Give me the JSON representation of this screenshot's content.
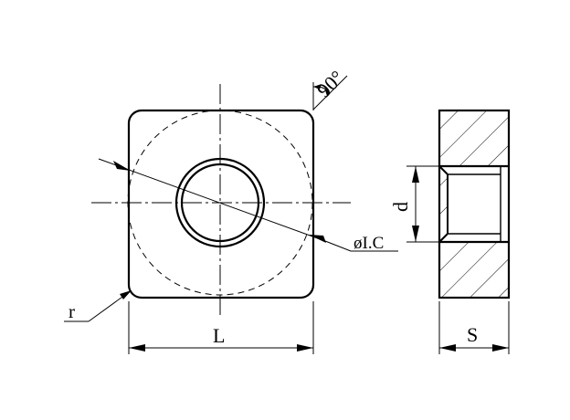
{
  "labels": {
    "angle": "90°",
    "inscribed_circle": "øI.C",
    "hole_diameter": "d",
    "corner_radius": "r",
    "length": "L",
    "thickness": "S"
  }
}
